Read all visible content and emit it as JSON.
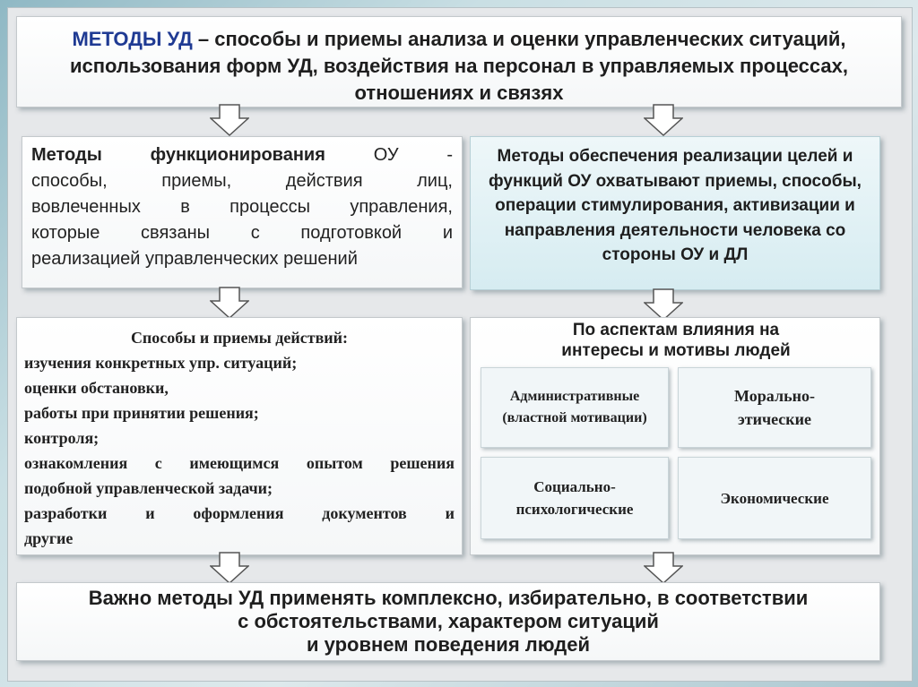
{
  "top_box": {
    "label_prefix": "МЕТОДЫ УД",
    "text_rest": " – способы и приемы анализа и оценки управленческих ситуаций, использования форм УД, воздействия на персонал в управляемых процессах, отношениях и связях"
  },
  "left_box": {
    "bold": "Методы функционирования",
    "line1_rest": "ОУ -",
    "line2": "способы, приемы, действия лиц,",
    "line3": "вовлеченных в процессы управления,",
    "line4": "которые связаны с подготовкой и",
    "line5": "реализацией управленческих решений"
  },
  "right_box": {
    "text": "Методы обеспечения реализации целей и функций ОУ охватывают приемы, способы, операции стимулирования, активизации и направления деятельности человека со стороны ОУ и ДЛ"
  },
  "left_lower": {
    "title": "Способы и приемы действий:",
    "items": [
      "изучения конкретных упр. ситуаций;",
      "оценки обстановки,",
      "работы при принятии решения;",
      "контроля;",
      "ознакомления с имеющимся опытом решения",
      "подобной управленческой задачи;",
      "разработки и оформления документов и",
      "другие"
    ]
  },
  "right_lower": {
    "title": "По аспектам влияния на интересы и мотивы людей",
    "cells": [
      "Административные (властной мотивации)",
      "Морально-этические",
      "Социально-психологические",
      "Экономические"
    ]
  },
  "bottom_box": {
    "line1": "Важно методы УД применять комплексно, избирательно, в соответствии",
    "line2": "с обстоятельствами, характером ситуаций",
    "line3": "и уровнем поведения людей"
  },
  "colors": {
    "accent_title": "#1f3a93",
    "arrow_fill": "#ffffff",
    "arrow_stroke": "#555555"
  }
}
